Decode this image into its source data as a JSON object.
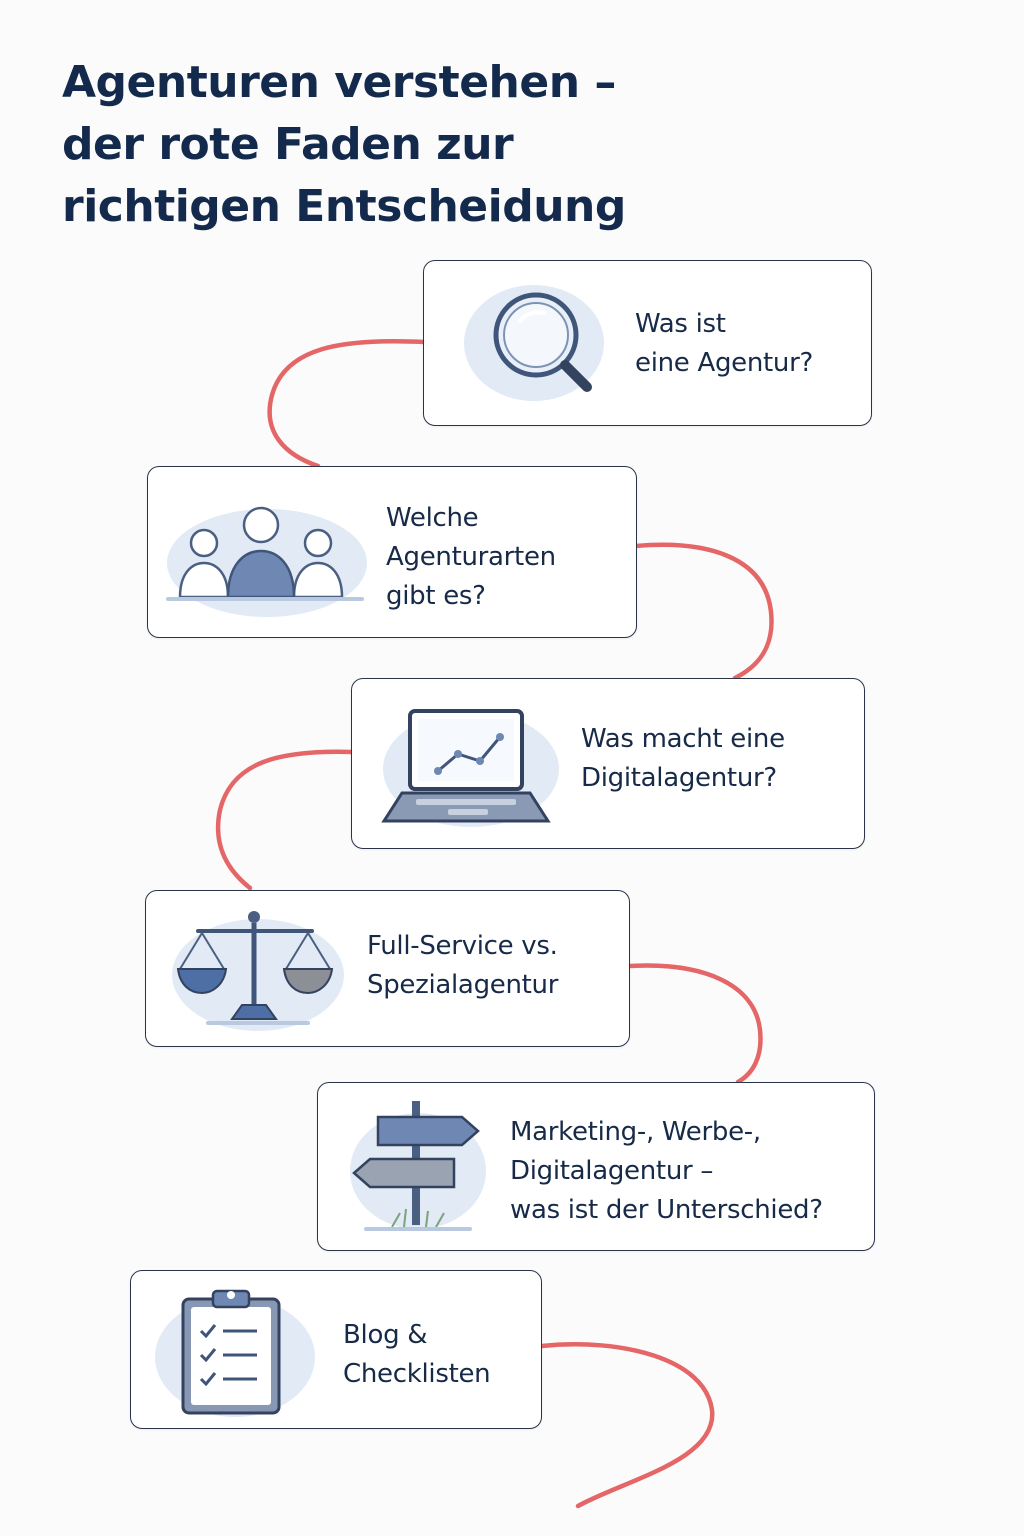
{
  "title": {
    "line1": "Agenturen verstehen –",
    "line2": "der rote Faden zur",
    "line3": "richtigen Entscheidung"
  },
  "colors": {
    "thread": "#e04b4b",
    "card_border": "#2a3448",
    "title": "#142a4c",
    "icon_blue": "#4a6a9c",
    "wash_blue": "#c9d8ec"
  },
  "steps": [
    {
      "icon": "magnifier-icon",
      "lines": [
        "Was ist",
        "eine Agentur?"
      ]
    },
    {
      "icon": "people-group-icon",
      "lines": [
        "Welche",
        "Agenturarten",
        "gibt es?"
      ]
    },
    {
      "icon": "laptop-chart-icon",
      "lines": [
        "Was macht eine",
        "Digitalagentur?"
      ]
    },
    {
      "icon": "balance-scale-icon",
      "lines": [
        "Full-Service vs.",
        "Spezialagentur"
      ]
    },
    {
      "icon": "signpost-icon",
      "lines": [
        "Marketing-, Werbe-,",
        "Digitalagentur –",
        "was ist der Unterschied?"
      ]
    },
    {
      "icon": "clipboard-checklist-icon",
      "lines": [
        "Blog &",
        "Checklisten"
      ]
    }
  ]
}
